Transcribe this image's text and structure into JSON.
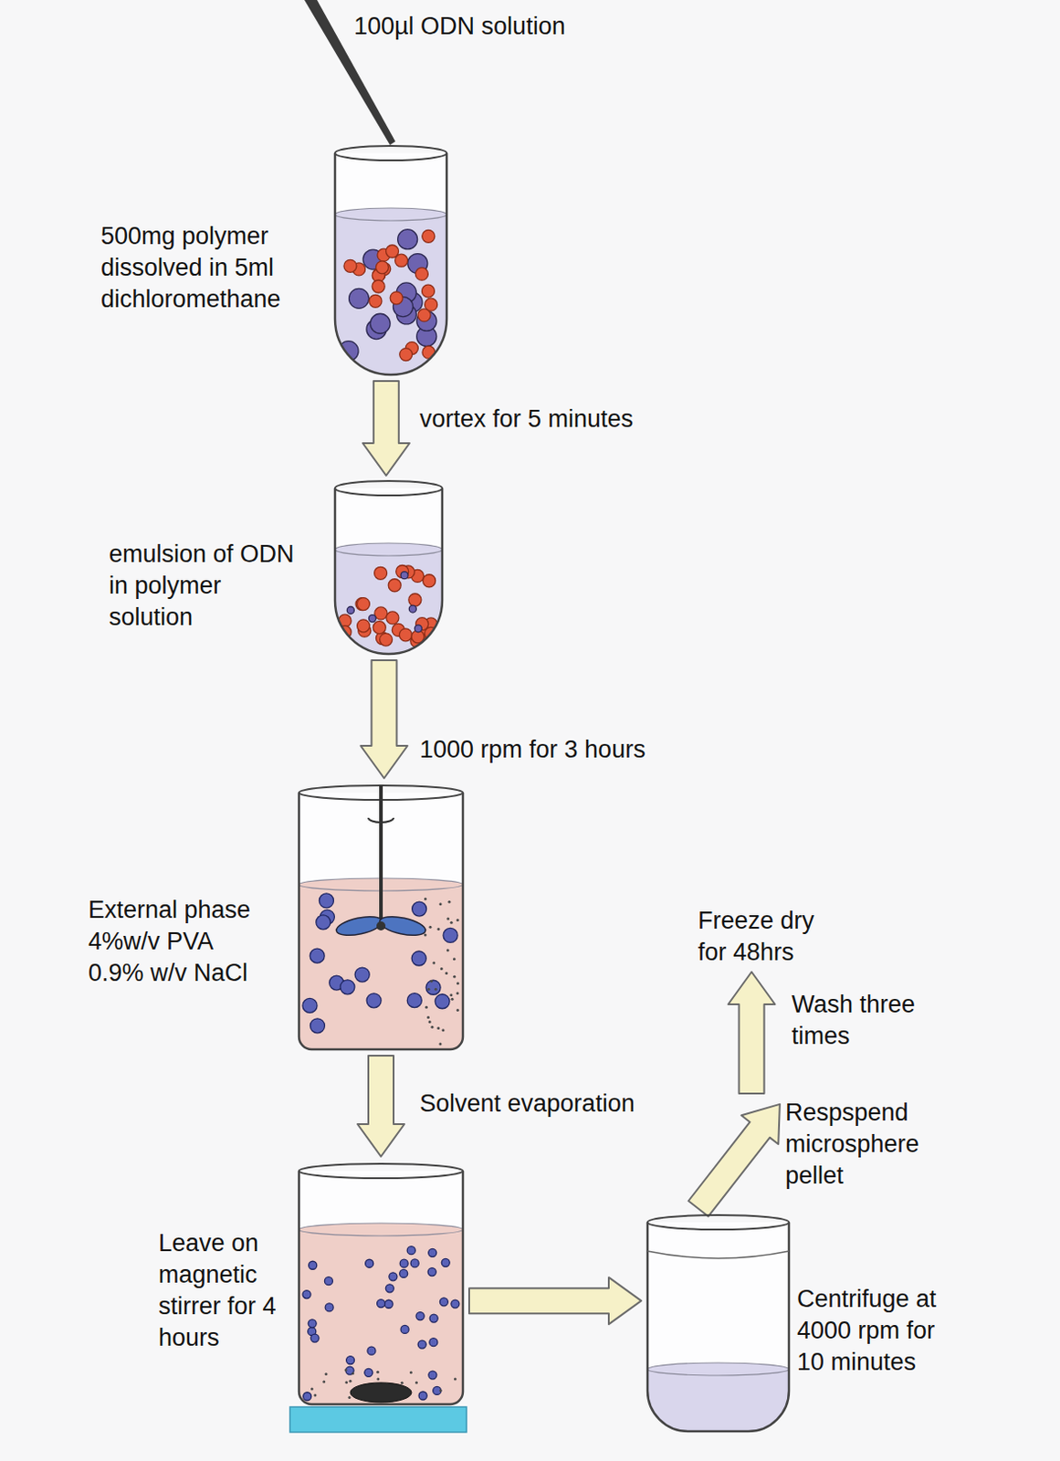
{
  "diagram": {
    "nodes": [
      {
        "text": [
          "500mg polymer dissolved in 5ml dichloromethane"
        ]
      },
      {
        "text": [
          "emulsion of ODN in polymer solution"
        ]
      },
      {
        "text": [
          "External phase 4%w/v PVA 0.9% w/v NaCl"
        ]
      },
      {
        "text": [
          "Leave on magnetic stirrer for 4 hours"
        ]
      },
      {
        "text": [
          "Centrifuge at 4000 rpm for 10 minutes"
        ]
      },
      {
        "text": [
          "Respspend microsphere pellet"
        ]
      },
      {
        "text": [
          "Freeze dry for 48hrs"
        ]
      }
    ],
    "edges": [
      {
        "from": 0,
        "to": 1,
        "arrow": "to",
        "label": "vortex for 5 minutes"
      },
      {
        "from": 1,
        "to": 2,
        "arrow": "to",
        "label": "1000 rpm for 3 hours"
      },
      {
        "from": 2,
        "to": 3,
        "arrow": "to",
        "label": "Solvent evaporation"
      },
      {
        "from": 3,
        "to": 4,
        "arrow": "to"
      },
      {
        "from": 4,
        "to": 5,
        "arrow": "to"
      },
      {
        "from": 5,
        "to": 6,
        "arrow": "to",
        "label": "Wash three times"
      }
    ],
    "labels": [
      "100µl ODN solution"
    ]
  }
}
